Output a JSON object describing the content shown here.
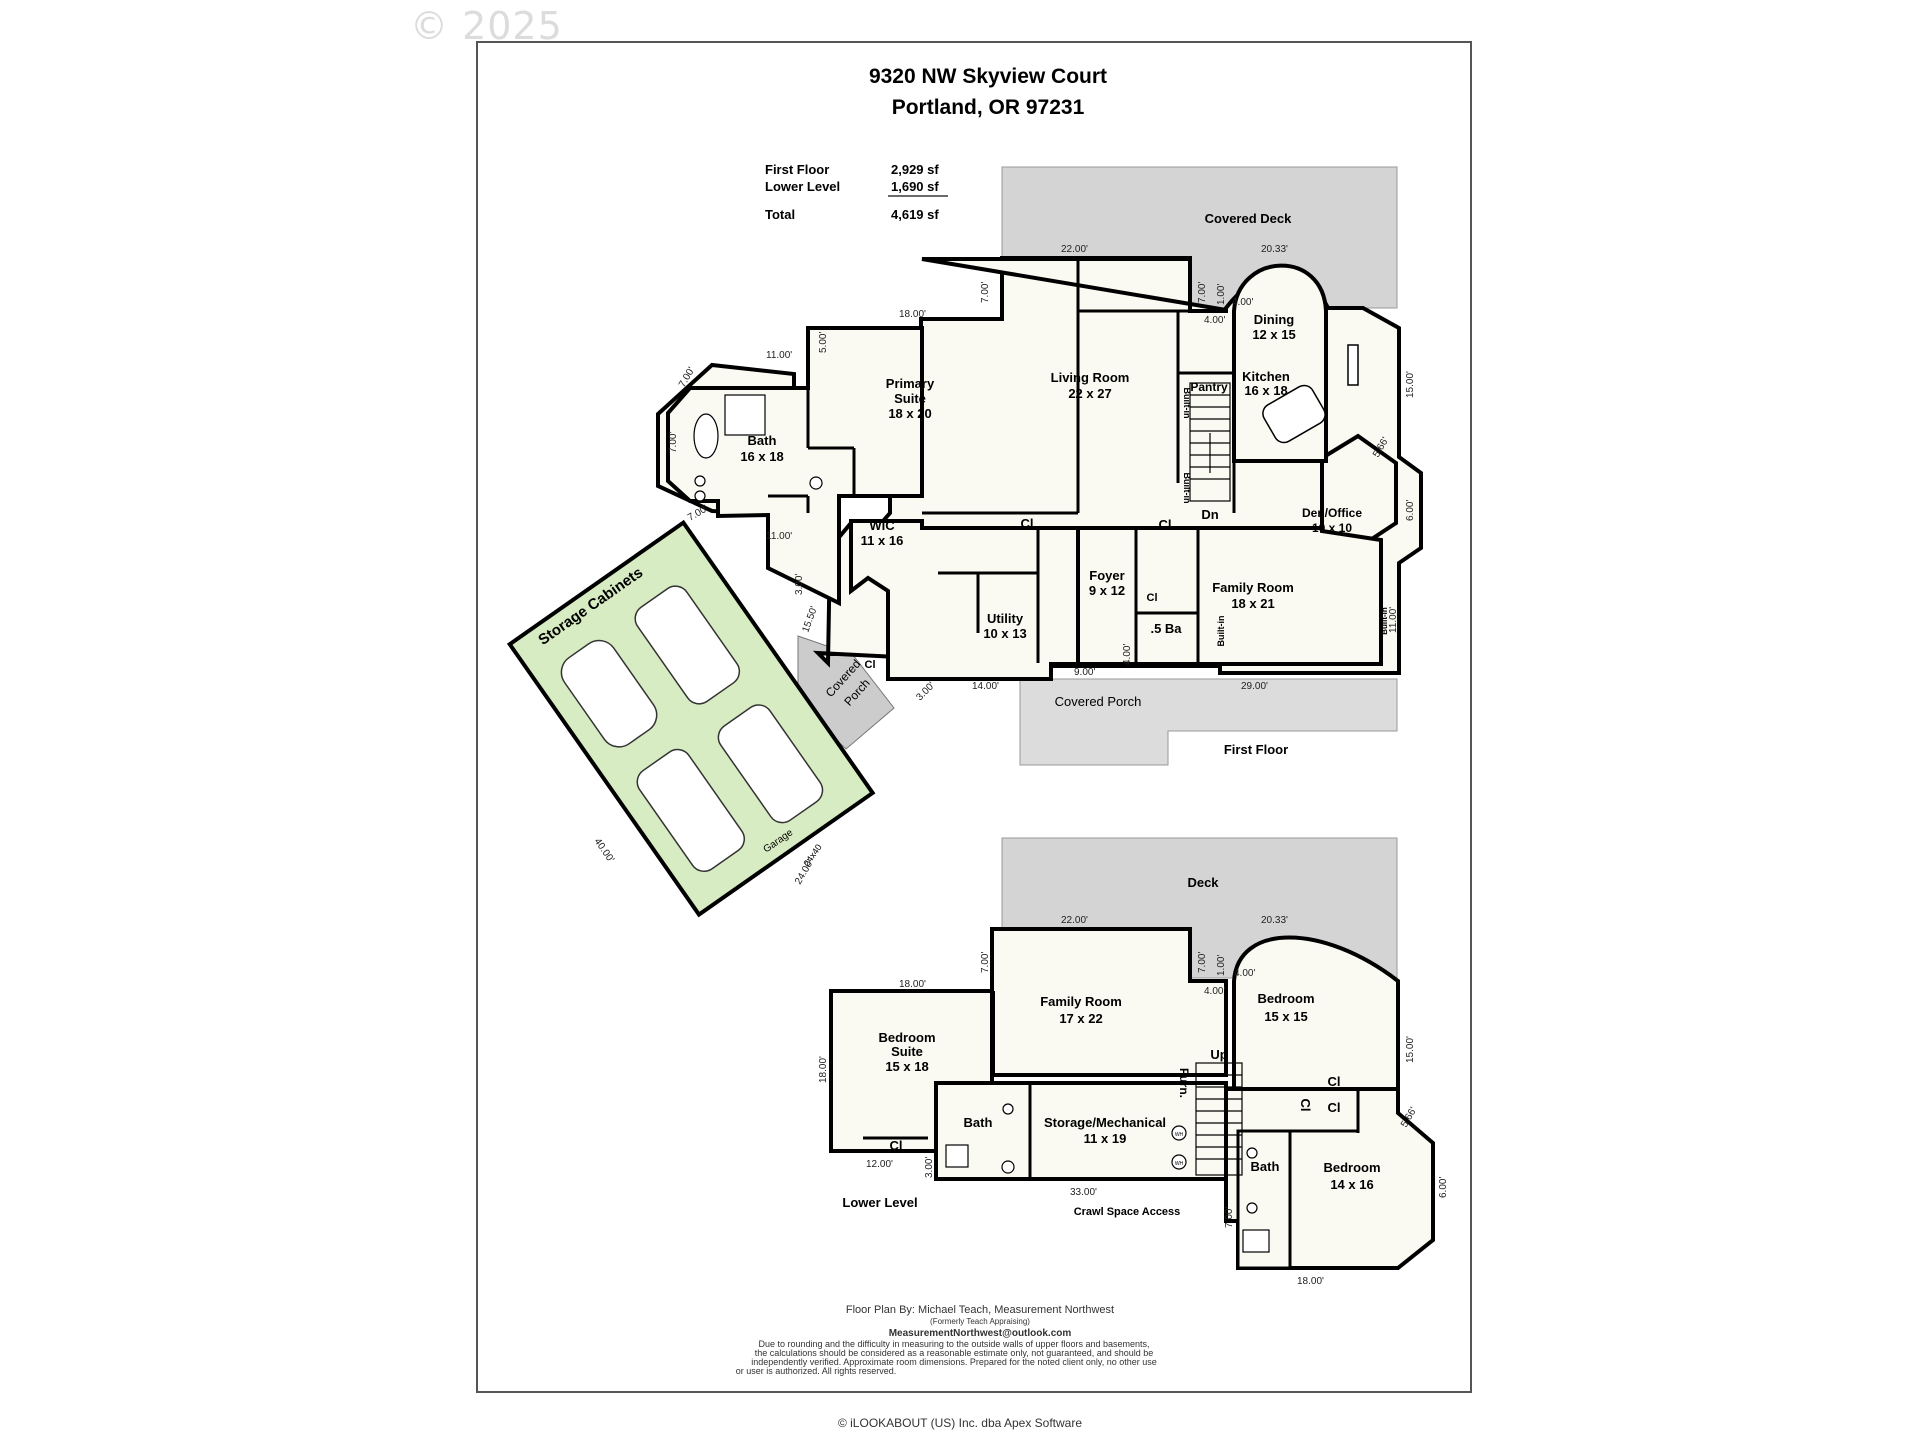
{
  "watermark": "© 2025",
  "footer": "© iLOOKABOUT (US) Inc. dba Apex Software",
  "header": {
    "address_line1": "9320 NW Skyview Court",
    "address_line2": "Portland, OR 97231"
  },
  "area_summary": {
    "first_floor_label": "First Floor",
    "first_floor_value": "2,929 sf",
    "lower_level_label": "Lower Level",
    "lower_level_value": "1,690 sf",
    "total_label": "Total",
    "total_value": "4,619 sf"
  },
  "credits": {
    "line1": "Floor Plan By: Michael Teach, Measurement Northwest",
    "line2": "(Formerly Teach Appraising)",
    "line3": "MeasurementNorthwest@outlook.com",
    "disclaimer1": "Due to rounding and the difficulty in measuring to the outside walls of upper floors and basements,",
    "disclaimer2": "the calculations should be considered as a reasonable estimate only, not guaranteed, and should be",
    "disclaimer3": "independently verified. Approximate room dimensions. Prepared for the noted client only, no other use",
    "disclaimer4": "or user is authorized. All rights reserved."
  },
  "colors": {
    "deck": "#d4d4d4",
    "garage": "#d7ecc2",
    "floor": "#fafaf2",
    "wall": "#000000"
  },
  "first_floor": {
    "level_label": "First Floor",
    "covered_deck": "Covered Deck",
    "covered_porch": "Covered Porch",
    "covered_porch_small_1": "Covered",
    "covered_porch_small_2": "Porch",
    "rooms": {
      "living_name": "Living Room",
      "living_size": "22 x 27",
      "primary_name1": "Primary",
      "primary_name2": "Suite",
      "primary_size": "18 x 20",
      "bath_name": "Bath",
      "bath_size": "16 x 18",
      "wic_name": "WIC",
      "wic_size": "11 x 16",
      "dining_name": "Dining",
      "dining_size": "12 x 15",
      "kitchen_name": "Kitchen",
      "kitchen_size": "16 x 18",
      "pantry": "Pantry",
      "den_name": "Den/Office",
      "den_size": "10 x 10",
      "family_name": "Family Room",
      "family_size": "18 x 21",
      "foyer_name": "Foyer",
      "foyer_size": "9 x 12",
      "utility_name": "Utility",
      "utility_size": "10 x 13",
      "half_bath": ".5 Ba",
      "closet": "Cl",
      "built_in": "Built-in",
      "down": "Dn",
      "storage_cabinets": "Storage Cabinets",
      "garage_name": "Garage",
      "garage_size": "24x40"
    },
    "dims": {
      "d22": "22.00'",
      "d2033": "20.33'",
      "d18": "18.00'",
      "d700": "7.00'",
      "d500": "5.00'",
      "d11": "11.00'",
      "d400": "4.00'",
      "d100": "1.00'",
      "d1500": "15.00'",
      "d566": "5.66'",
      "d600": "6.00'",
      "d300": "3.00'",
      "d1550": "15.50'",
      "d900": "9.00'",
      "d1400": "14.00'",
      "d2900": "29.00'",
      "d4000": "40.00'",
      "d2400": "24.00'"
    }
  },
  "lower_level": {
    "level_label": "Lower Level",
    "deck": "Deck",
    "crawl": "Crawl Space Access",
    "rooms": {
      "family_name": "Family Room",
      "family_size": "17 x 22",
      "bedroom_suite_name1": "Bedroom",
      "bedroom_suite_name2": "Suite",
      "bedroom_suite_size": "15 x 18",
      "bedroom1_name": "Bedroom",
      "bedroom1_size": "15 x 15",
      "bedroom2_name": "Bedroom",
      "bedroom2_size": "14 x 16",
      "bath": "Bath",
      "storage_name": "Storage/Mechanical",
      "storage_size": "11 x 19",
      "furn": "Furn.",
      "up": "Up",
      "closet": "Cl",
      "wh": "WH"
    },
    "dims": {
      "d22": "22.00'",
      "d2033": "20.33'",
      "d18": "18.00'",
      "d700": "7.00'",
      "d100": "1.00'",
      "d400": "4.00'",
      "d1500": "15.00'",
      "d566": "5.66'",
      "d600": "6.00'",
      "d1200": "12.00'",
      "d300": "3.00'",
      "d3300": "33.00'"
    }
  }
}
